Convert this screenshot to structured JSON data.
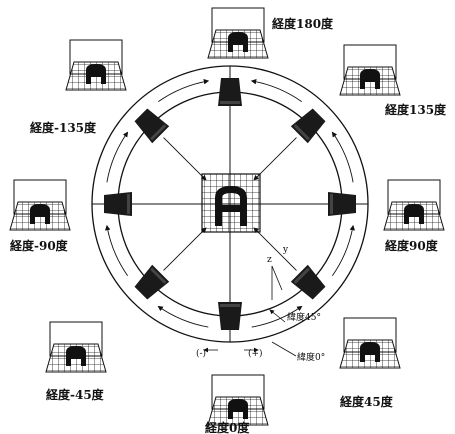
{
  "labels": {
    "lon_180": "経度180度",
    "lon_135": "経度135度",
    "lon_m135": "経度-135度",
    "lon_90": "経度90度",
    "lon_m90": "経度-90度",
    "lon_m45": "経度-45度",
    "lon_45": "経度45度",
    "lon_0": "経度0度",
    "lat_45": "緯度45°",
    "lat_0": "緯度0°",
    "axis_z": "z",
    "axis_y": "y",
    "sign_minus": "(-)",
    "sign_plus": "(+)"
  },
  "center_glyph": "A",
  "colors": {
    "ink": "#111111",
    "paper": "#ffffff"
  }
}
